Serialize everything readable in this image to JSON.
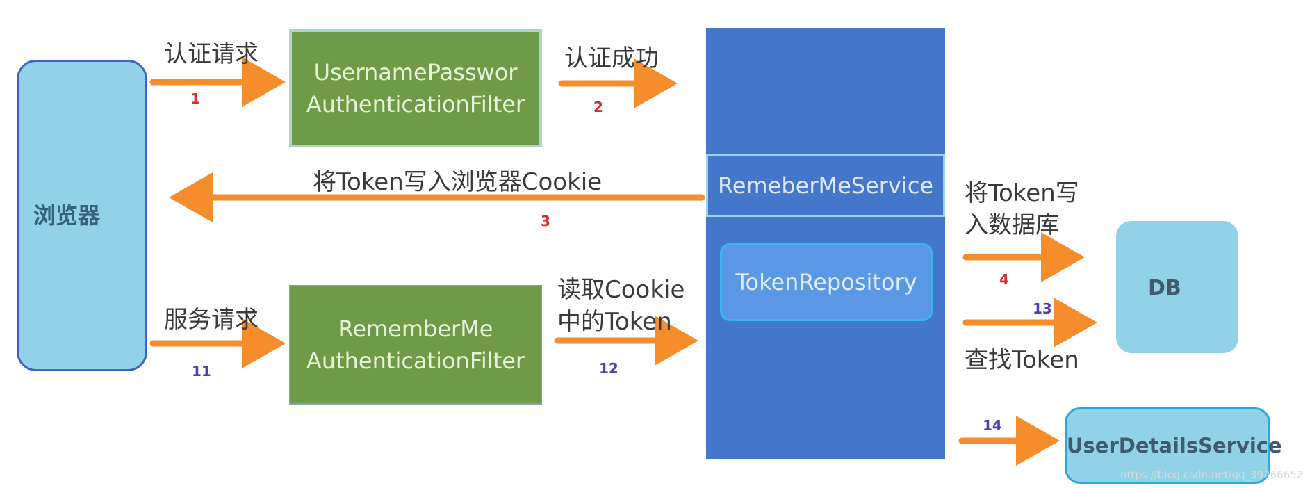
{
  "nodes": {
    "browser": "浏览器",
    "filter1": {
      "line1": "UsernamePasswor",
      "line2": "AuthenticationFilter"
    },
    "filter2": {
      "line1": "RememberMe",
      "line2": "AuthenticationFilter"
    },
    "remember_me_service": "RemeberMeService",
    "token_repository": "TokenRepository",
    "db": "DB",
    "user_details_service": "UserDetailsService"
  },
  "edges": {
    "e1": {
      "label": "认证请求",
      "num": "1"
    },
    "e2": {
      "label": "认证成功",
      "num": "2"
    },
    "e3": {
      "label": "将Token写入浏览器Cookie",
      "num": "3"
    },
    "e4": {
      "label_line1": "将Token写",
      "label_line2": "入数据库",
      "num": "4"
    },
    "e11": {
      "label": "服务请求",
      "num": "11"
    },
    "e12": {
      "label_line1": "读取Cookie",
      "label_line2": "中的Token",
      "num": "12"
    },
    "e13": {
      "label": "查找Token",
      "num": "13"
    },
    "e14": {
      "num": "14"
    }
  },
  "colors": {
    "arrow": "#f58d2d",
    "browser_fill": "#92d2e9",
    "filter_fill": "#6f9b48",
    "panel_fill": "#4477cc",
    "token_repo_fill": "#5a98e6",
    "num_red": "#dd2a2a",
    "num_purple": "#4b3fb5"
  },
  "watermark": "https://blog.csdn.net/qq_39266652"
}
